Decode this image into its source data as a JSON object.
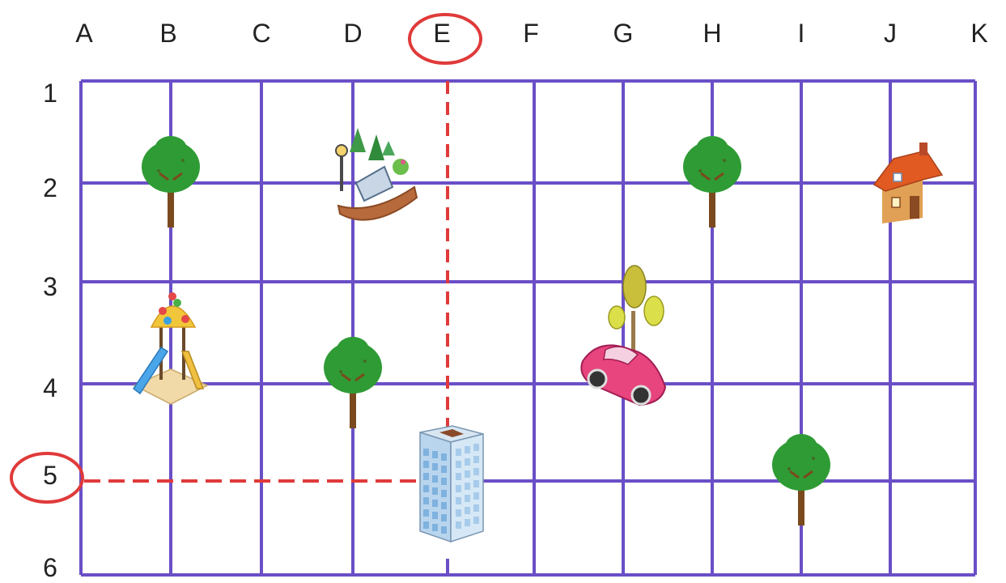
{
  "columns": [
    "A",
    "B",
    "C",
    "D",
    "E",
    "F",
    "G",
    "H",
    "I",
    "J",
    "K"
  ],
  "rows": [
    "1",
    "2",
    "3",
    "4",
    "5",
    "6"
  ],
  "highlight": {
    "column": "E",
    "row": "5"
  },
  "colors": {
    "grid": "#6a4fc6",
    "highlight": "#e03a3a",
    "tree_canopy": "#2f9b35",
    "tree_trunk": "#7a4a1e"
  },
  "objects": [
    {
      "kind": "tree",
      "icon": "tree-icon",
      "col": "B",
      "row": "2"
    },
    {
      "kind": "park-bench",
      "icon": "park-bench-icon",
      "col": "D",
      "row": "2"
    },
    {
      "kind": "tree",
      "icon": "tree-icon",
      "col": "H",
      "row": "2"
    },
    {
      "kind": "house",
      "icon": "house-icon",
      "col": "J",
      "row": "2"
    },
    {
      "kind": "playground",
      "icon": "playground-slide-icon",
      "col": "B",
      "row": "4"
    },
    {
      "kind": "tree",
      "icon": "tree-icon",
      "col": "D",
      "row": "4"
    },
    {
      "kind": "car",
      "icon": "car-with-trees-icon",
      "col": "G",
      "row": "4"
    },
    {
      "kind": "building",
      "icon": "office-building-icon",
      "col": "E",
      "row": "5"
    },
    {
      "kind": "tree",
      "icon": "tree-icon",
      "col": "I",
      "row": "5"
    }
  ]
}
